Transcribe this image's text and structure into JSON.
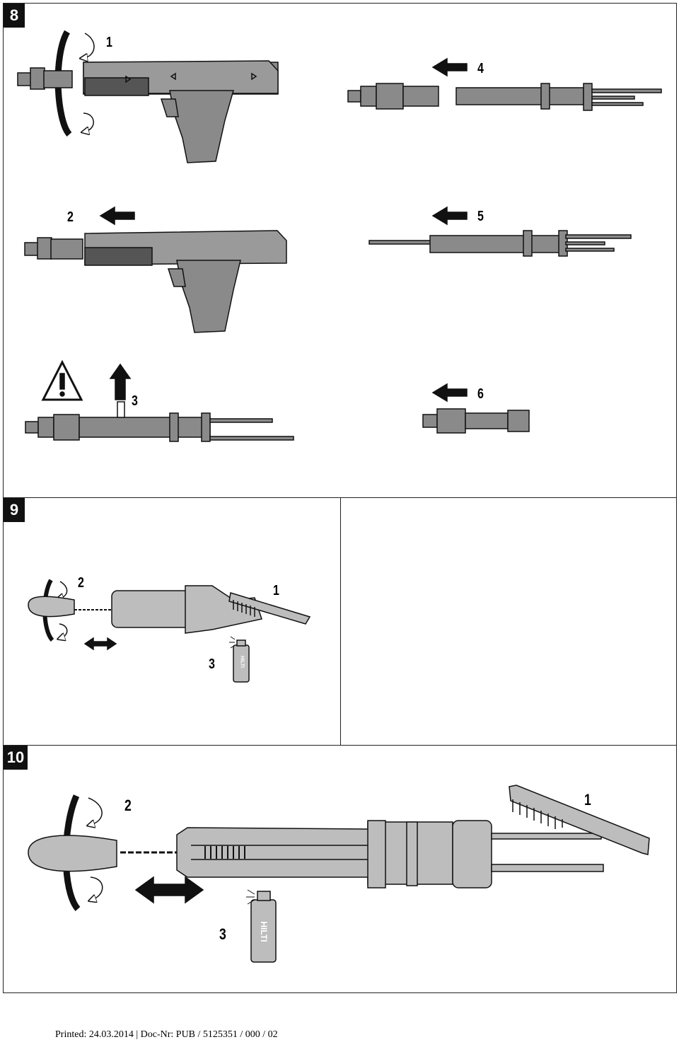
{
  "figures": [
    {
      "number": "8",
      "steps": [
        {
          "label": "1"
        },
        {
          "label": "2"
        },
        {
          "label": "3"
        },
        {
          "label": "4"
        },
        {
          "label": "5"
        },
        {
          "label": "6"
        }
      ]
    },
    {
      "number": "9",
      "steps": [
        {
          "label": "1"
        },
        {
          "label": "2"
        },
        {
          "label": "3"
        }
      ],
      "spray_can_logo": "HILTI"
    },
    {
      "number": "10",
      "steps": [
        {
          "label": "1"
        },
        {
          "label": "2"
        },
        {
          "label": "3"
        }
      ],
      "spray_can_logo": "HILTI"
    }
  ],
  "colors": {
    "tool_fill": "#8a8a8a",
    "tool_dark": "#555555",
    "light_fill": "#bdbdbd",
    "outline": "#111111"
  },
  "footer": {
    "text": "Printed: 24.03.2014 | Doc-Nr: PUB / 5125351 / 000 / 02"
  }
}
